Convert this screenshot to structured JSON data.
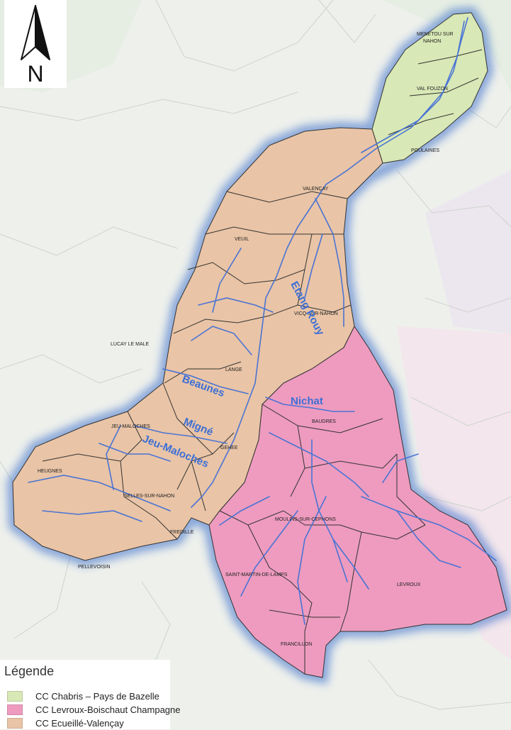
{
  "map": {
    "north_label": "N",
    "legend": {
      "title": "Légende",
      "items": [
        {
          "label": "CC Chabris – Pays de Bazelle",
          "color": "#d8e8b6"
        },
        {
          "label": "CC Levroux-Boischaut Champagne",
          "color": "#ee9bbf"
        },
        {
          "label": "CC Ecueillé-Valençay",
          "color": "#e9c4a6"
        }
      ]
    },
    "communes": {
      "menetou": "MENETOU SUR",
      "menetou2": "NAHON",
      "val_fouzon": "VAL FOUZON",
      "poulaines": "POULAINES",
      "valencay": "VALENÇAY",
      "veuil": "VEUIL",
      "vicq": "VICQ-SUR-NAHON",
      "lucay": "LUCAY LE MALE",
      "lange": "LANGE",
      "jeu_maloches": "JEU-MALOCHES",
      "gehee": "GEHEE",
      "heugnes": "HEUGNES",
      "selles": "SELLES-SUR-NAHON",
      "fredille": "FREDILLE",
      "pellevoisin": "PELLEVOISIN",
      "baudres": "BAUDRES",
      "moulins": "MOULINS-SUR-CEPHONS",
      "saint_martin": "SAINT-MARTIN-DE-LAMPS",
      "levroux": "LEVROUX",
      "francillon": "FRANCILLON"
    },
    "rivers": {
      "etang_rouy": "Etang Rouy",
      "beaunes": "Beaunes",
      "migne": "Migné",
      "jeu_maloches": "Jeu-Maloches",
      "nichat": "Nichat"
    },
    "colors": {
      "background": "#eef0ec",
      "river": "#4a74d4",
      "halo": "#2a64c8",
      "border": "#333333",
      "green_zone": "#d8e8b6",
      "pink_zone": "#ee9bbf",
      "tan_zone": "#e9c4a6"
    }
  }
}
